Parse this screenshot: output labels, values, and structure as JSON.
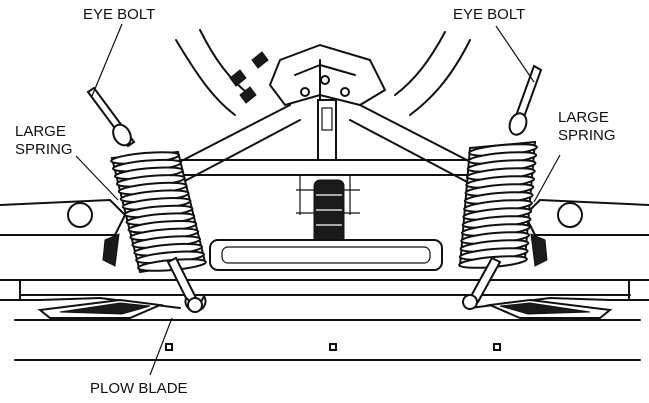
{
  "labels": {
    "eye_bolt_left": "EYE BOLT",
    "eye_bolt_right": "EYE BOLT",
    "large_spring_left": [
      "LARGE",
      "SPRING"
    ],
    "large_spring_right": [
      "LARGE",
      "SPRING"
    ],
    "plow_blade": "PLOW BLADE"
  }
}
